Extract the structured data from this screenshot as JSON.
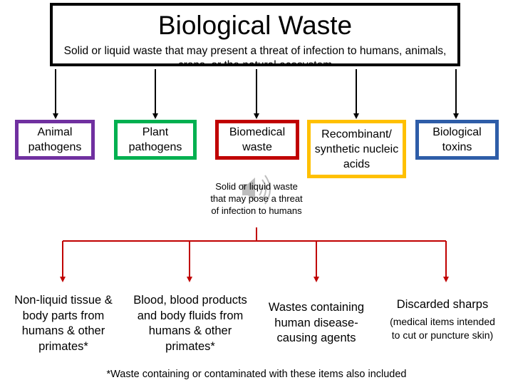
{
  "title": "Biological Waste",
  "subtitle": "Solid or liquid waste that may present a threat of infection to humans, animals, crops, or the natural ecosystem",
  "categories": [
    {
      "label": "Animal pathogens",
      "color": "#7030A0"
    },
    {
      "label": "Plant pathogens",
      "color": "#00B050"
    },
    {
      "label": "Biomedical waste",
      "color": "#C00000"
    },
    {
      "label": "Recombinant/ synthetic nucleic acids",
      "color": "#FFC000"
    },
    {
      "label": "Biological toxins",
      "color": "#2E5DA8"
    }
  ],
  "biomedical_note": "Solid or liquid waste that may pose a threat of infection to humans",
  "biomedical_types": [
    {
      "label": "Non-liquid tissue & body parts from humans & other primates*"
    },
    {
      "label": "Blood, blood products and body fluids from humans & other primates*"
    },
    {
      "label": "Wastes containing human disease-causing agents"
    },
    {
      "label": "Discarded sharps",
      "detail": "(medical items intended to cut or puncture skin)"
    }
  ],
  "footnote": "*Waste containing or contaminated with these items also included",
  "colors": {
    "connector": "#000000",
    "biomedical_connector": "#C00000",
    "speaker_icon": "#bdbdbd"
  },
  "icons": {
    "speaker": "speaker-icon"
  }
}
